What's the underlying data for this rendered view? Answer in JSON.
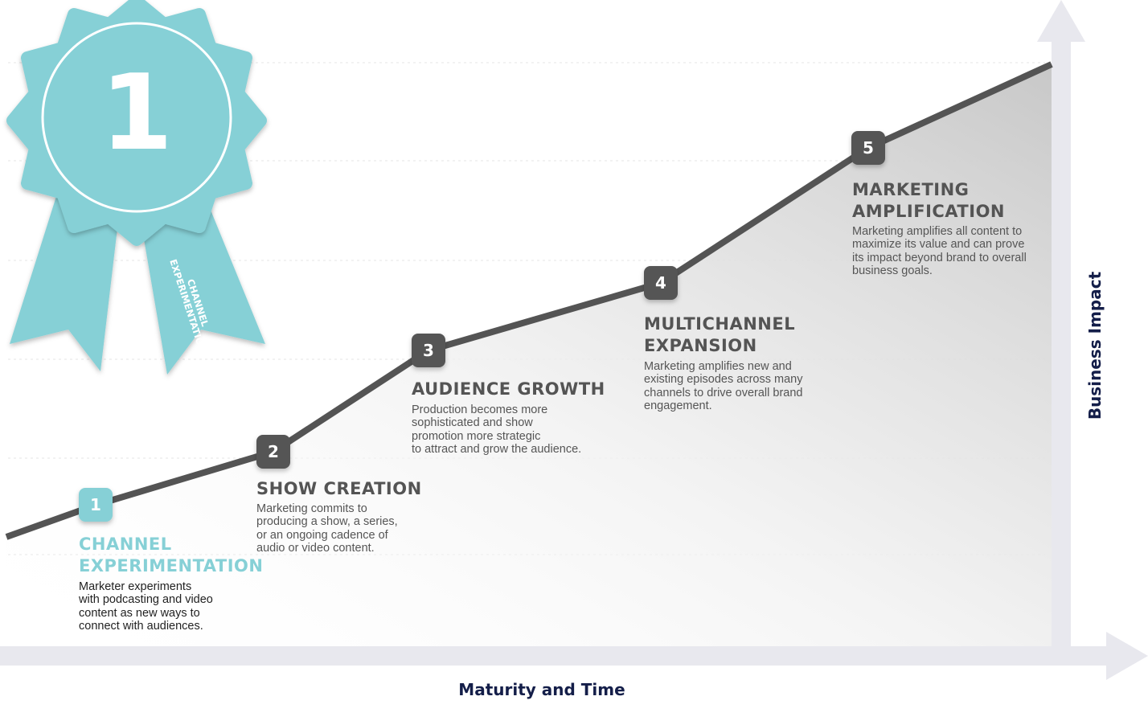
{
  "ribbon": {
    "number": "1",
    "label": "CHANNEL\nEXPERIMENTATION"
  },
  "axes": {
    "x_label": "Maturity and Time",
    "y_label": "Business Impact"
  },
  "stages": [
    {
      "number": "1",
      "title": "CHANNEL\nEXPERIMENTATION",
      "description": "Marketer experiments\nwith podcasting and video\ncontent as new ways to\nconnect with audiences."
    },
    {
      "number": "2",
      "title": "SHOW CREATION",
      "description": "Marketing commits to\nproducing a show, a series,\nor an ongoing cadence of\naudio or video content."
    },
    {
      "number": "3",
      "title": "AUDIENCE GROWTH",
      "description": "Production becomes more\nsophisticated and show\npromotion more strategic\nto attract and grow the audience."
    },
    {
      "number": "4",
      "title": "MULTICHANNEL\nEXPANSION",
      "description": "Marketing amplifies new and\nexisting episodes across many\nchannels to drive overall brand\nengagement."
    },
    {
      "number": "5",
      "title": "MARKETING\nAMPLIFICATION",
      "description": "Marketing amplifies all content to\nmaximize its value and can prove\nits impact beyond brand to overall\nbusiness goals."
    }
  ],
  "colors": {
    "active": "#86d0d6",
    "line": "#545454",
    "badge": "#545454",
    "axis": "#e8e8ee",
    "axis_text": "#141e49"
  }
}
